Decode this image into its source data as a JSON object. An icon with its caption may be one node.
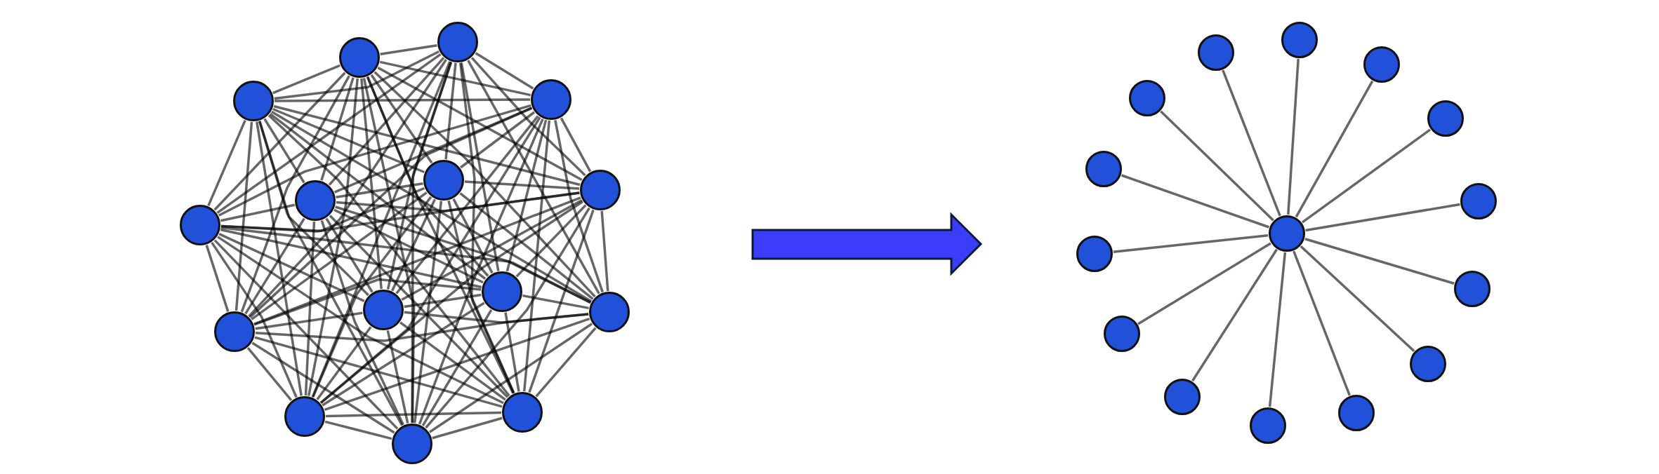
{
  "diagram": {
    "nodes": [
      {
        "text": [],
        "shape": "circle"
      },
      {
        "text": [],
        "shape": "circle"
      },
      {
        "text": [],
        "shape": "circle"
      },
      {
        "text": [],
        "shape": "circle"
      },
      {
        "text": [],
        "shape": "circle"
      },
      {
        "text": [],
        "shape": "circle"
      },
      {
        "text": [],
        "shape": "circle"
      },
      {
        "text": [],
        "shape": "circle"
      },
      {
        "text": [],
        "shape": "circle"
      },
      {
        "text": [],
        "shape": "circle"
      },
      {
        "text": [],
        "shape": "circle"
      },
      {
        "text": [],
        "shape": "circle"
      },
      {
        "text": [],
        "shape": "circle"
      },
      {
        "text": [],
        "shape": "circle"
      },
      {
        "text": [],
        "shape": "circle"
      },
      {
        "text": [],
        "shape": "circle"
      },
      {
        "text": [],
        "shape": "circle"
      },
      {
        "text": [],
        "shape": "circle"
      },
      {
        "text": [],
        "shape": "circle"
      },
      {
        "text": [],
        "shape": "circle"
      },
      {
        "text": [],
        "shape": "circle"
      },
      {
        "text": [],
        "shape": "circle"
      },
      {
        "text": [],
        "shape": "circle"
      },
      {
        "text": [],
        "shape": "circle"
      },
      {
        "text": [],
        "shape": "circle"
      },
      {
        "text": [],
        "shape": "circle"
      },
      {
        "text": [],
        "shape": "circle"
      },
      {
        "text": [],
        "shape": "circle"
      },
      {
        "text": [],
        "shape": "circle"
      },
      {
        "text": [],
        "shape": "circle"
      }
    ],
    "edges": [
      {
        "from": 0,
        "to": 1,
        "arrow": "none"
      },
      {
        "from": 0,
        "to": 2,
        "arrow": "none"
      },
      {
        "from": 0,
        "to": 3,
        "arrow": "none"
      },
      {
        "from": 0,
        "to": 4,
        "arrow": "none"
      },
      {
        "from": 0,
        "to": 5,
        "arrow": "none"
      },
      {
        "from": 0,
        "to": 6,
        "arrow": "none"
      },
      {
        "from": 0,
        "to": 7,
        "arrow": "none"
      },
      {
        "from": 0,
        "to": 8,
        "arrow": "none"
      },
      {
        "from": 0,
        "to": 9,
        "arrow": "none"
      },
      {
        "from": 0,
        "to": 10,
        "arrow": "none"
      },
      {
        "from": 0,
        "to": 11,
        "arrow": "none"
      },
      {
        "from": 0,
        "to": 12,
        "arrow": "none"
      },
      {
        "from": 0,
        "to": 13,
        "arrow": "none"
      },
      {
        "from": 0,
        "to": 14,
        "arrow": "none"
      },
      {
        "from": 1,
        "to": 2,
        "arrow": "none"
      },
      {
        "from": 1,
        "to": 3,
        "arrow": "none"
      },
      {
        "from": 1,
        "to": 4,
        "arrow": "none"
      },
      {
        "from": 1,
        "to": 5,
        "arrow": "none"
      },
      {
        "from": 1,
        "to": 6,
        "arrow": "none"
      },
      {
        "from": 1,
        "to": 7,
        "arrow": "none"
      },
      {
        "from": 1,
        "to": 8,
        "arrow": "none"
      },
      {
        "from": 1,
        "to": 9,
        "arrow": "none"
      },
      {
        "from": 1,
        "to": 10,
        "arrow": "none"
      },
      {
        "from": 1,
        "to": 11,
        "arrow": "none"
      },
      {
        "from": 1,
        "to": 12,
        "arrow": "none"
      },
      {
        "from": 1,
        "to": 13,
        "arrow": "none"
      },
      {
        "from": 1,
        "to": 14,
        "arrow": "none"
      },
      {
        "from": 2,
        "to": 3,
        "arrow": "none"
      },
      {
        "from": 2,
        "to": 4,
        "arrow": "none"
      },
      {
        "from": 2,
        "to": 5,
        "arrow": "none"
      },
      {
        "from": 2,
        "to": 6,
        "arrow": "none"
      },
      {
        "from": 2,
        "to": 7,
        "arrow": "none"
      },
      {
        "from": 2,
        "to": 8,
        "arrow": "none"
      },
      {
        "from": 2,
        "to": 9,
        "arrow": "none"
      },
      {
        "from": 2,
        "to": 10,
        "arrow": "none"
      },
      {
        "from": 2,
        "to": 11,
        "arrow": "none"
      },
      {
        "from": 2,
        "to": 12,
        "arrow": "none"
      },
      {
        "from": 2,
        "to": 13,
        "arrow": "none"
      },
      {
        "from": 2,
        "to": 14,
        "arrow": "none"
      },
      {
        "from": 3,
        "to": 4,
        "arrow": "none"
      },
      {
        "from": 3,
        "to": 5,
        "arrow": "none"
      },
      {
        "from": 3,
        "to": 6,
        "arrow": "none"
      },
      {
        "from": 3,
        "to": 7,
        "arrow": "none"
      },
      {
        "from": 3,
        "to": 8,
        "arrow": "none"
      },
      {
        "from": 3,
        "to": 9,
        "arrow": "none"
      },
      {
        "from": 3,
        "to": 10,
        "arrow": "none"
      },
      {
        "from": 3,
        "to": 11,
        "arrow": "none"
      },
      {
        "from": 3,
        "to": 12,
        "arrow": "none"
      },
      {
        "from": 3,
        "to": 13,
        "arrow": "none"
      },
      {
        "from": 3,
        "to": 14,
        "arrow": "none"
      },
      {
        "from": 4,
        "to": 5,
        "arrow": "none"
      },
      {
        "from": 4,
        "to": 6,
        "arrow": "none"
      },
      {
        "from": 4,
        "to": 7,
        "arrow": "none"
      },
      {
        "from": 4,
        "to": 8,
        "arrow": "none"
      },
      {
        "from": 4,
        "to": 9,
        "arrow": "none"
      },
      {
        "from": 4,
        "to": 10,
        "arrow": "none"
      },
      {
        "from": 4,
        "to": 11,
        "arrow": "none"
      },
      {
        "from": 4,
        "to": 12,
        "arrow": "none"
      },
      {
        "from": 4,
        "to": 13,
        "arrow": "none"
      },
      {
        "from": 4,
        "to": 14,
        "arrow": "none"
      },
      {
        "from": 5,
        "to": 6,
        "arrow": "none"
      },
      {
        "from": 5,
        "to": 7,
        "arrow": "none"
      },
      {
        "from": 5,
        "to": 8,
        "arrow": "none"
      },
      {
        "from": 5,
        "to": 9,
        "arrow": "none"
      },
      {
        "from": 5,
        "to": 10,
        "arrow": "none"
      },
      {
        "from": 5,
        "to": 11,
        "arrow": "none"
      },
      {
        "from": 5,
        "to": 12,
        "arrow": "none"
      },
      {
        "from": 5,
        "to": 13,
        "arrow": "none"
      },
      {
        "from": 5,
        "to": 14,
        "arrow": "none"
      },
      {
        "from": 6,
        "to": 7,
        "arrow": "none"
      },
      {
        "from": 6,
        "to": 8,
        "arrow": "none"
      },
      {
        "from": 6,
        "to": 9,
        "arrow": "none"
      },
      {
        "from": 6,
        "to": 10,
        "arrow": "none"
      },
      {
        "from": 6,
        "to": 11,
        "arrow": "none"
      },
      {
        "from": 6,
        "to": 12,
        "arrow": "none"
      },
      {
        "from": 6,
        "to": 13,
        "arrow": "none"
      },
      {
        "from": 6,
        "to": 14,
        "arrow": "none"
      },
      {
        "from": 7,
        "to": 8,
        "arrow": "none"
      },
      {
        "from": 7,
        "to": 9,
        "arrow": "none"
      },
      {
        "from": 7,
        "to": 10,
        "arrow": "none"
      },
      {
        "from": 7,
        "to": 11,
        "arrow": "none"
      },
      {
        "from": 7,
        "to": 12,
        "arrow": "none"
      },
      {
        "from": 7,
        "to": 13,
        "arrow": "none"
      },
      {
        "from": 7,
        "to": 14,
        "arrow": "none"
      },
      {
        "from": 8,
        "to": 9,
        "arrow": "none"
      },
      {
        "from": 8,
        "to": 10,
        "arrow": "none"
      },
      {
        "from": 8,
        "to": 11,
        "arrow": "none"
      },
      {
        "from": 8,
        "to": 12,
        "arrow": "none"
      },
      {
        "from": 8,
        "to": 13,
        "arrow": "none"
      },
      {
        "from": 8,
        "to": 14,
        "arrow": "none"
      },
      {
        "from": 9,
        "to": 10,
        "arrow": "none"
      },
      {
        "from": 9,
        "to": 11,
        "arrow": "none"
      },
      {
        "from": 9,
        "to": 12,
        "arrow": "none"
      },
      {
        "from": 9,
        "to": 13,
        "arrow": "none"
      },
      {
        "from": 9,
        "to": 14,
        "arrow": "none"
      },
      {
        "from": 10,
        "to": 11,
        "arrow": "none"
      },
      {
        "from": 10,
        "to": 12,
        "arrow": "none"
      },
      {
        "from": 10,
        "to": 13,
        "arrow": "none"
      },
      {
        "from": 10,
        "to": 14,
        "arrow": "none"
      },
      {
        "from": 11,
        "to": 12,
        "arrow": "none"
      },
      {
        "from": 11,
        "to": 13,
        "arrow": "none"
      },
      {
        "from": 11,
        "to": 14,
        "arrow": "none"
      },
      {
        "from": 12,
        "to": 13,
        "arrow": "none"
      },
      {
        "from": 12,
        "to": 14,
        "arrow": "none"
      },
      {
        "from": 13,
        "to": 14,
        "arrow": "none"
      },
      {
        "from": 22,
        "to": 15,
        "arrow": "none"
      },
      {
        "from": 22,
        "to": 16,
        "arrow": "none"
      },
      {
        "from": 22,
        "to": 17,
        "arrow": "none"
      },
      {
        "from": 22,
        "to": 18,
        "arrow": "none"
      },
      {
        "from": 22,
        "to": 19,
        "arrow": "none"
      },
      {
        "from": 22,
        "to": 20,
        "arrow": "none"
      },
      {
        "from": 22,
        "to": 21,
        "arrow": "none"
      },
      {
        "from": 22,
        "to": 23,
        "arrow": "none"
      },
      {
        "from": 22,
        "to": 24,
        "arrow": "none"
      },
      {
        "from": 22,
        "to": 25,
        "arrow": "none"
      },
      {
        "from": 22,
        "to": 26,
        "arrow": "none"
      },
      {
        "from": 22,
        "to": 27,
        "arrow": "none"
      },
      {
        "from": 22,
        "to": 28,
        "arrow": "none"
      },
      {
        "from": 22,
        "to": 29,
        "arrow": "none"
      }
    ]
  }
}
